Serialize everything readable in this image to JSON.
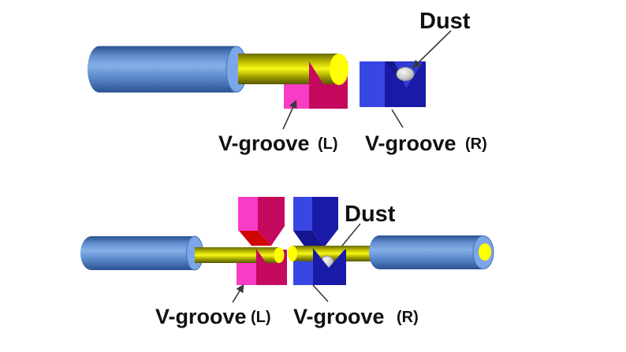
{
  "colors": {
    "background": "#FFFFFF",
    "coating_blue": "#5E8CD0",
    "coating_end_face": "#7BA6E8",
    "coating_edge": "#3E6CB4",
    "fiber_yellow": "#E6E600",
    "fiber_end_face": "#FFFF00",
    "pink_side_face": "#F93CC6",
    "pink_front_face": "#C5095F",
    "red_notch_face": "#D20505",
    "blue_side_face": "#3847E4",
    "blue_front_face": "#1A1AA8",
    "blue_notch_face": "#2E3CD4",
    "blue_notch_shadow": "#15158F",
    "dust_gray": "#C6C6C6",
    "dust_rim": "#8E8E8E",
    "text": "#111111",
    "leader": "#3A3A3A"
  },
  "top_panel": {
    "dust_label": "Dust",
    "groove_left_label": "V-groove",
    "groove_left_suffix": "(L)",
    "groove_right_label": "V-groove",
    "groove_right_suffix": "(R)"
  },
  "bottom_panel": {
    "dust_label": "Dust",
    "groove_left_label": "V-groove",
    "groove_left_suffix": "(L)",
    "groove_right_label": "V-groove",
    "groove_right_suffix": "(R)"
  }
}
